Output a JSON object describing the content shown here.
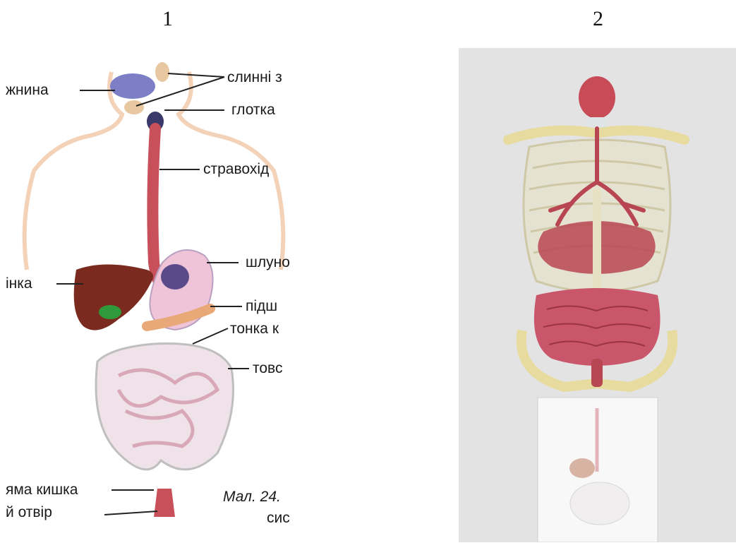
{
  "panels": [
    {
      "number": "1",
      "labels": {
        "salivary": "слинні з",
        "mouth": "жнина",
        "pharynx": "глотка",
        "esophagus": "стравохід",
        "stomach": "шлуно",
        "liver": "інка",
        "pancreas": "підш",
        "small_intestine": "тонка к",
        "large_intestine": "товс",
        "rectum": "яма кишка",
        "anus": "й отвір"
      },
      "caption": {
        "line1": "Мал. 24.",
        "line2": "сис"
      }
    },
    {
      "number": "2"
    }
  ],
  "colors": {
    "esophagus": "#c8505a",
    "liver": "#7a2a1e",
    "gallbladder": "#2f9a3a",
    "stomach": "#f0c4d8",
    "intestine": "#efe2e8",
    "pancreas": "#e8a878",
    "skin_outline": "#f3d2b8",
    "ribcage": "#e7e1c4",
    "organ_red": "#b84652",
    "panel2_bg": "#e3e3e3"
  }
}
